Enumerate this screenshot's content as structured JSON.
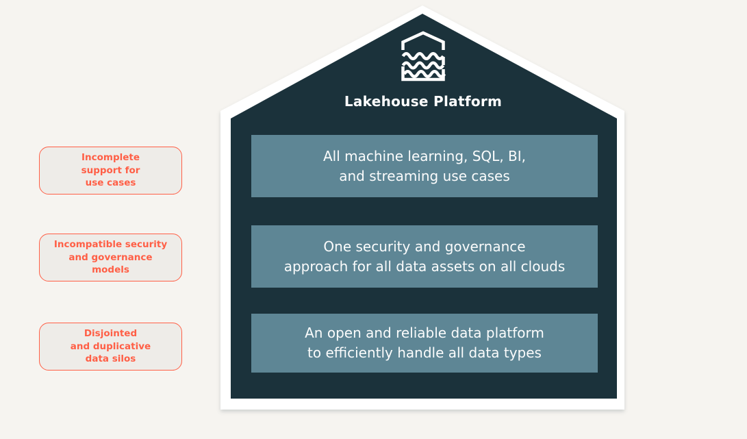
{
  "diagram": {
    "title": "Lakehouse Platform",
    "colors": {
      "background": "#f6f4f0",
      "house_fill": "#1b323b",
      "house_border": "#ffffff",
      "bar_fill": "#5e8695",
      "bar_text": "#ffffff",
      "accent_coral": "#ff5f46",
      "pain_box_fill": "#eeece8"
    },
    "pain_points": [
      {
        "lines": [
          "Incomplete",
          "support for",
          "use cases"
        ]
      },
      {
        "lines": [
          "Incompatible security",
          "and governance",
          "models"
        ]
      },
      {
        "lines": [
          "Disjointed",
          "and duplicative",
          "data silos"
        ]
      }
    ],
    "capabilities": [
      {
        "lines": [
          "All machine learning, SQL, BI,",
          "and streaming use cases"
        ]
      },
      {
        "lines": [
          "One security and governance",
          "approach for all data assets on all clouds"
        ]
      },
      {
        "lines": [
          "An open and reliable data platform",
          "to efficiently handle all data types"
        ]
      }
    ]
  }
}
